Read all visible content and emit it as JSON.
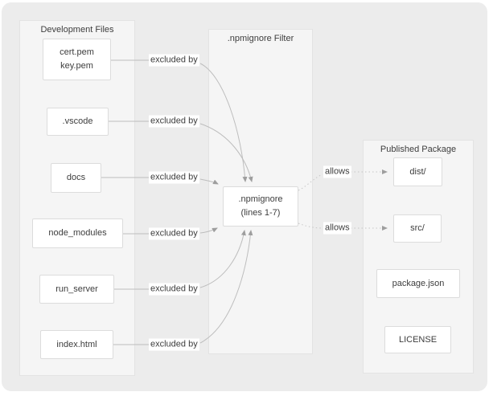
{
  "colors": {
    "page_bg": "#ffffff",
    "canvas_bg": "#ececec",
    "panel_bg": "#f5f5f5",
    "panel_border": "#e3e3e3",
    "node_bg": "#ffffff",
    "node_border": "#dcdcdc",
    "edge": "#bdbdbd",
    "edge_dotted": "#c6c6c6",
    "arrowhead": "#9e9e9e",
    "text": "#3d3d3d"
  },
  "panels": {
    "development": {
      "title": "Development Files"
    },
    "filter": {
      "title": ".npmignore Filter"
    },
    "published": {
      "title": "Published Package"
    }
  },
  "nodes": {
    "cert": {
      "line1": "cert.pem",
      "line2": "key.pem"
    },
    "vscode": {
      "label": ".vscode"
    },
    "docs": {
      "label": "docs"
    },
    "node_modules": {
      "label": "node_modules"
    },
    "run_server": {
      "label": "run_server"
    },
    "index_html": {
      "label": "index.html"
    },
    "npmignore": {
      "line1": ".npmignore",
      "line2": "(lines 1-7)"
    },
    "dist": {
      "label": "dist/"
    },
    "src": {
      "label": "src/"
    },
    "package_json": {
      "label": "package.json"
    },
    "license": {
      "label": "LICENSE"
    }
  },
  "edge_labels": {
    "excluded_by": "excluded by",
    "allows": "allows"
  },
  "edges": [
    {
      "from": "cert.pem/key.pem",
      "to": ".npmignore (lines 1-7)",
      "label": "excluded by",
      "style": "solid"
    },
    {
      "from": ".vscode",
      "to": ".npmignore (lines 1-7)",
      "label": "excluded by",
      "style": "solid"
    },
    {
      "from": "docs",
      "to": ".npmignore (lines 1-7)",
      "label": "excluded by",
      "style": "solid"
    },
    {
      "from": "node_modules",
      "to": ".npmignore (lines 1-7)",
      "label": "excluded by",
      "style": "solid"
    },
    {
      "from": "run_server",
      "to": ".npmignore (lines 1-7)",
      "label": "excluded by",
      "style": "solid"
    },
    {
      "from": "index.html",
      "to": ".npmignore (lines 1-7)",
      "label": "excluded by",
      "style": "solid"
    },
    {
      "from": ".npmignore (lines 1-7)",
      "to": "dist/",
      "label": "allows",
      "style": "dotted"
    },
    {
      "from": ".npmignore (lines 1-7)",
      "to": "src/",
      "label": "allows",
      "style": "dotted"
    }
  ]
}
